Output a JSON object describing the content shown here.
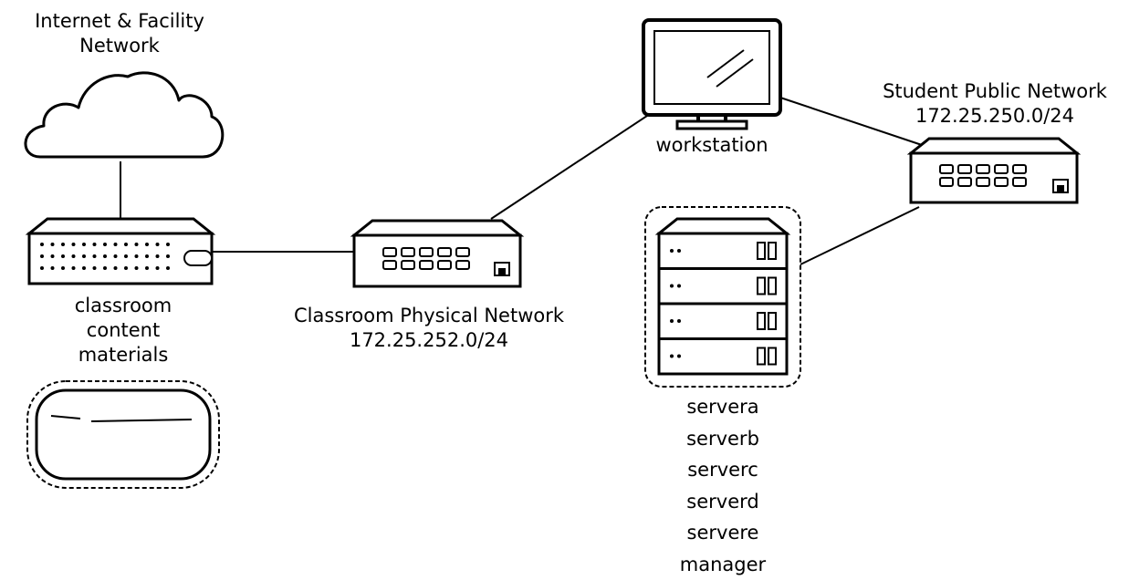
{
  "labels": {
    "internet": [
      "Internet & Facility",
      "Network"
    ],
    "classroom_content": [
      "classroom",
      "content",
      "materials"
    ],
    "classroom_network": [
      "Classroom Physical Network",
      "172.25.252.0/24"
    ],
    "workstation": "workstation",
    "student_network": [
      "Student Public Network",
      "172.25.250.0/24"
    ],
    "servers": [
      "servera",
      "serverb",
      "serverc",
      "serverd",
      "servere",
      "manager"
    ]
  },
  "colors": {
    "stroke": "#000000",
    "background": "#ffffff"
  },
  "icons": [
    "cloud-icon",
    "router-icon",
    "switch-icon",
    "monitor-icon",
    "server-rack-icon",
    "storage-disk-icon"
  ]
}
